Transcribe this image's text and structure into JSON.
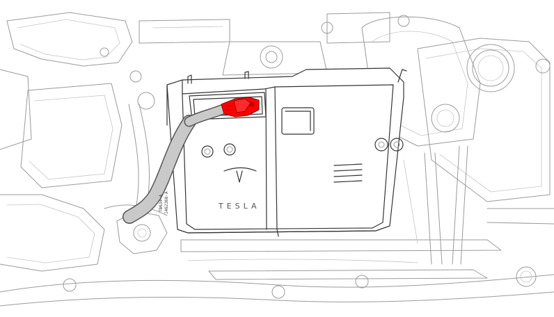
{
  "diagram": {
    "brand_text": "TESLA",
    "cable_label_1": "TB634-A",
    "cable_label_2": "1462368-A",
    "highlight_color": "#ff0000",
    "line_color": "#9a9a9a",
    "cable_color": "#c9c9c9"
  }
}
